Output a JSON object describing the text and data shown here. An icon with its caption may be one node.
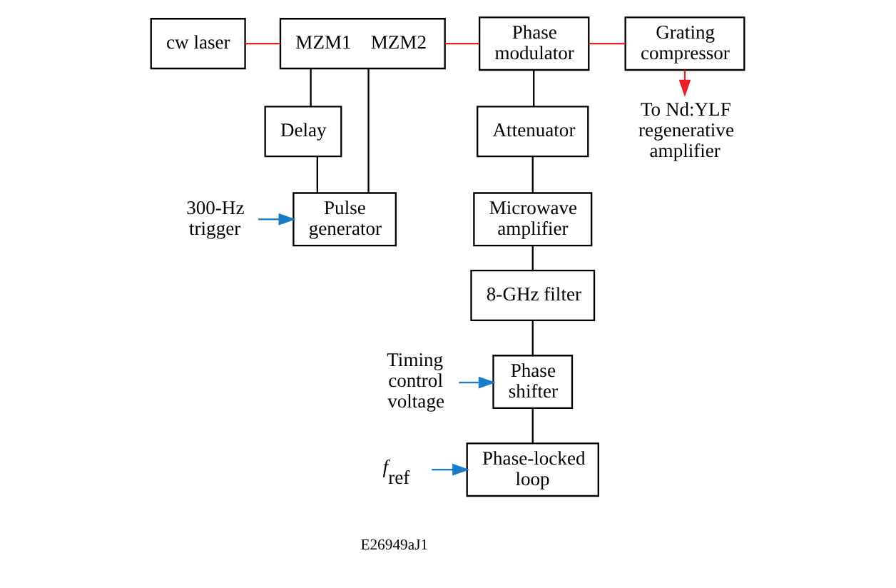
{
  "diagram": {
    "nodes": [
      {
        "text": [
          "cw laser"
        ]
      },
      {
        "text": [
          "MZM1",
          "MZM2"
        ]
      },
      {
        "text": [
          "Delay"
        ]
      },
      {
        "text": [
          "Pulse generator"
        ]
      },
      {
        "text": [
          "Phase modulator"
        ]
      },
      {
        "text": [
          "Attenuator"
        ]
      },
      {
        "text": [
          "Microwave amplifier"
        ]
      },
      {
        "text": [
          "8-GHz filter"
        ]
      },
      {
        "text": [
          "Phase shifter"
        ]
      },
      {
        "text": [
          "Phase-locked loop"
        ]
      },
      {
        "text": [
          "Grating compressor"
        ]
      },
      {
        "text": [
          "To Nd:YLF regenerative amplifier"
        ]
      },
      {
        "text": [
          "300-Hz trigger"
        ]
      },
      {
        "text": [
          "Timing control voltage"
        ]
      },
      {
        "text": [
          "*f*$_{ref}$"
        ]
      }
    ],
    "edges": [
      {
        "from": 0,
        "to": 1,
        "arrow": "none",
        "color": "#e8202a"
      },
      {
        "from": 1,
        "to": 4,
        "arrow": "none",
        "color": "#e8202a"
      },
      {
        "from": 4,
        "to": 10,
        "arrow": "none",
        "color": "#e8202a"
      },
      {
        "from": 10,
        "to": 11,
        "arrow": "to",
        "color": "#e8202a"
      },
      {
        "from": 1,
        "to": 2,
        "arrow": "none"
      },
      {
        "from": 1,
        "to": 3,
        "arrow": "none"
      },
      {
        "from": 2,
        "to": 3,
        "arrow": "none"
      },
      {
        "from": 4,
        "to": 5,
        "arrow": "none"
      },
      {
        "from": 5,
        "to": 6,
        "arrow": "none"
      },
      {
        "from": 6,
        "to": 7,
        "arrow": "none"
      },
      {
        "from": 7,
        "to": 8,
        "arrow": "none"
      },
      {
        "from": 8,
        "to": 9,
        "arrow": "none"
      },
      {
        "from": 12,
        "to": 3,
        "arrow": "to",
        "color": "#1a7cc8"
      },
      {
        "from": 13,
        "to": 8,
        "arrow": "to",
        "color": "#1a7cc8"
      },
      {
        "from": 14,
        "to": 9,
        "arrow": "to",
        "color": "#1a7cc8"
      }
    ],
    "labels": [
      "E26949aJ1"
    ]
  }
}
